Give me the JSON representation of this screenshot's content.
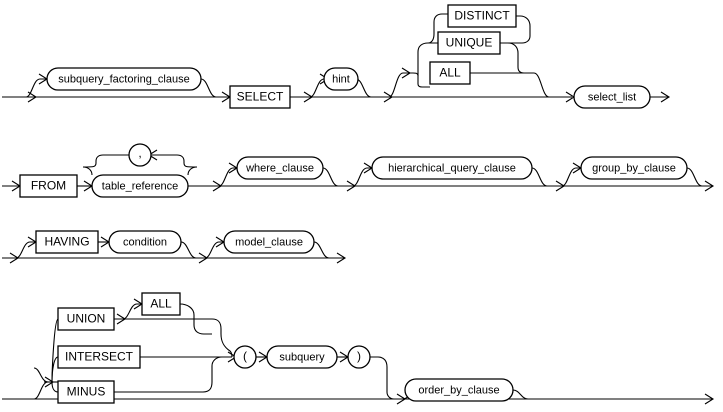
{
  "diagram": {
    "title": "select statement syntax diagram",
    "type": "railroad-syntax-diagram",
    "line_color": "#000000",
    "background_color": "#ffffff",
    "rows": [
      {
        "id": "row-1",
        "nodes": [
          {
            "id": "subquery_factoring_clause",
            "label": "subquery_factoring_clause",
            "shape": "oval",
            "optional": true
          },
          {
            "id": "select",
            "label": "SELECT",
            "shape": "box",
            "optional": false
          },
          {
            "id": "hint",
            "label": "hint",
            "shape": "oval",
            "optional": true
          },
          {
            "id": "distinct",
            "label": "DISTINCT",
            "shape": "box",
            "optional": true
          },
          {
            "id": "unique",
            "label": "UNIQUE",
            "shape": "box",
            "optional": true
          },
          {
            "id": "all",
            "label": "ALL",
            "shape": "box",
            "optional": true
          },
          {
            "id": "select_list",
            "label": "select_list",
            "shape": "oval",
            "optional": false
          }
        ]
      },
      {
        "id": "row-2",
        "nodes": [
          {
            "id": "from",
            "label": "FROM",
            "shape": "box",
            "optional": false
          },
          {
            "id": "table_reference",
            "label": "table_reference",
            "shape": "oval",
            "optional": false
          },
          {
            "id": "comma",
            "label": ",",
            "shape": "circle",
            "optional": false
          },
          {
            "id": "where_clause",
            "label": "where_clause",
            "shape": "oval",
            "optional": true
          },
          {
            "id": "hierarchical_query_clause",
            "label": "hierarchical_query_clause",
            "shape": "oval",
            "optional": true
          },
          {
            "id": "group_by_clause",
            "label": "group_by_clause",
            "shape": "oval",
            "optional": true
          }
        ]
      },
      {
        "id": "row-3",
        "nodes": [
          {
            "id": "having",
            "label": "HAVING",
            "shape": "box",
            "optional": true
          },
          {
            "id": "condition",
            "label": "condition",
            "shape": "oval",
            "optional": true
          },
          {
            "id": "model_clause",
            "label": "model_clause",
            "shape": "oval",
            "optional": true
          }
        ]
      },
      {
        "id": "row-4",
        "nodes": [
          {
            "id": "union",
            "label": "UNION",
            "shape": "box",
            "optional": true
          },
          {
            "id": "union_all",
            "label": "ALL",
            "shape": "box",
            "optional": true
          },
          {
            "id": "intersect",
            "label": "INTERSECT",
            "shape": "box",
            "optional": true
          },
          {
            "id": "minus",
            "label": "MINUS",
            "shape": "box",
            "optional": true
          },
          {
            "id": "lparen",
            "label": "(",
            "shape": "circle",
            "optional": false
          },
          {
            "id": "subquery",
            "label": "subquery",
            "shape": "oval",
            "optional": false
          },
          {
            "id": "rparen",
            "label": ")",
            "shape": "circle",
            "optional": false
          },
          {
            "id": "order_by_clause",
            "label": "order_by_clause",
            "shape": "oval",
            "optional": true
          }
        ]
      }
    ],
    "labels": {
      "subquery_factoring_clause": "subquery_factoring_clause",
      "select": "SELECT",
      "hint": "hint",
      "distinct": "DISTINCT",
      "unique": "UNIQUE",
      "all": "ALL",
      "select_list": "select_list",
      "from": "FROM",
      "table_reference": "table_reference",
      "comma": ",",
      "where_clause": "where_clause",
      "hierarchical_query_clause": "hierarchical_query_clause",
      "group_by_clause": "group_by_clause",
      "having": "HAVING",
      "condition": "condition",
      "model_clause": "model_clause",
      "union": "UNION",
      "union_all": "ALL",
      "intersect": "INTERSECT",
      "minus": "MINUS",
      "lparen": "(",
      "subquery": "subquery",
      "rparen": ")",
      "order_by_clause": "order_by_clause"
    }
  }
}
